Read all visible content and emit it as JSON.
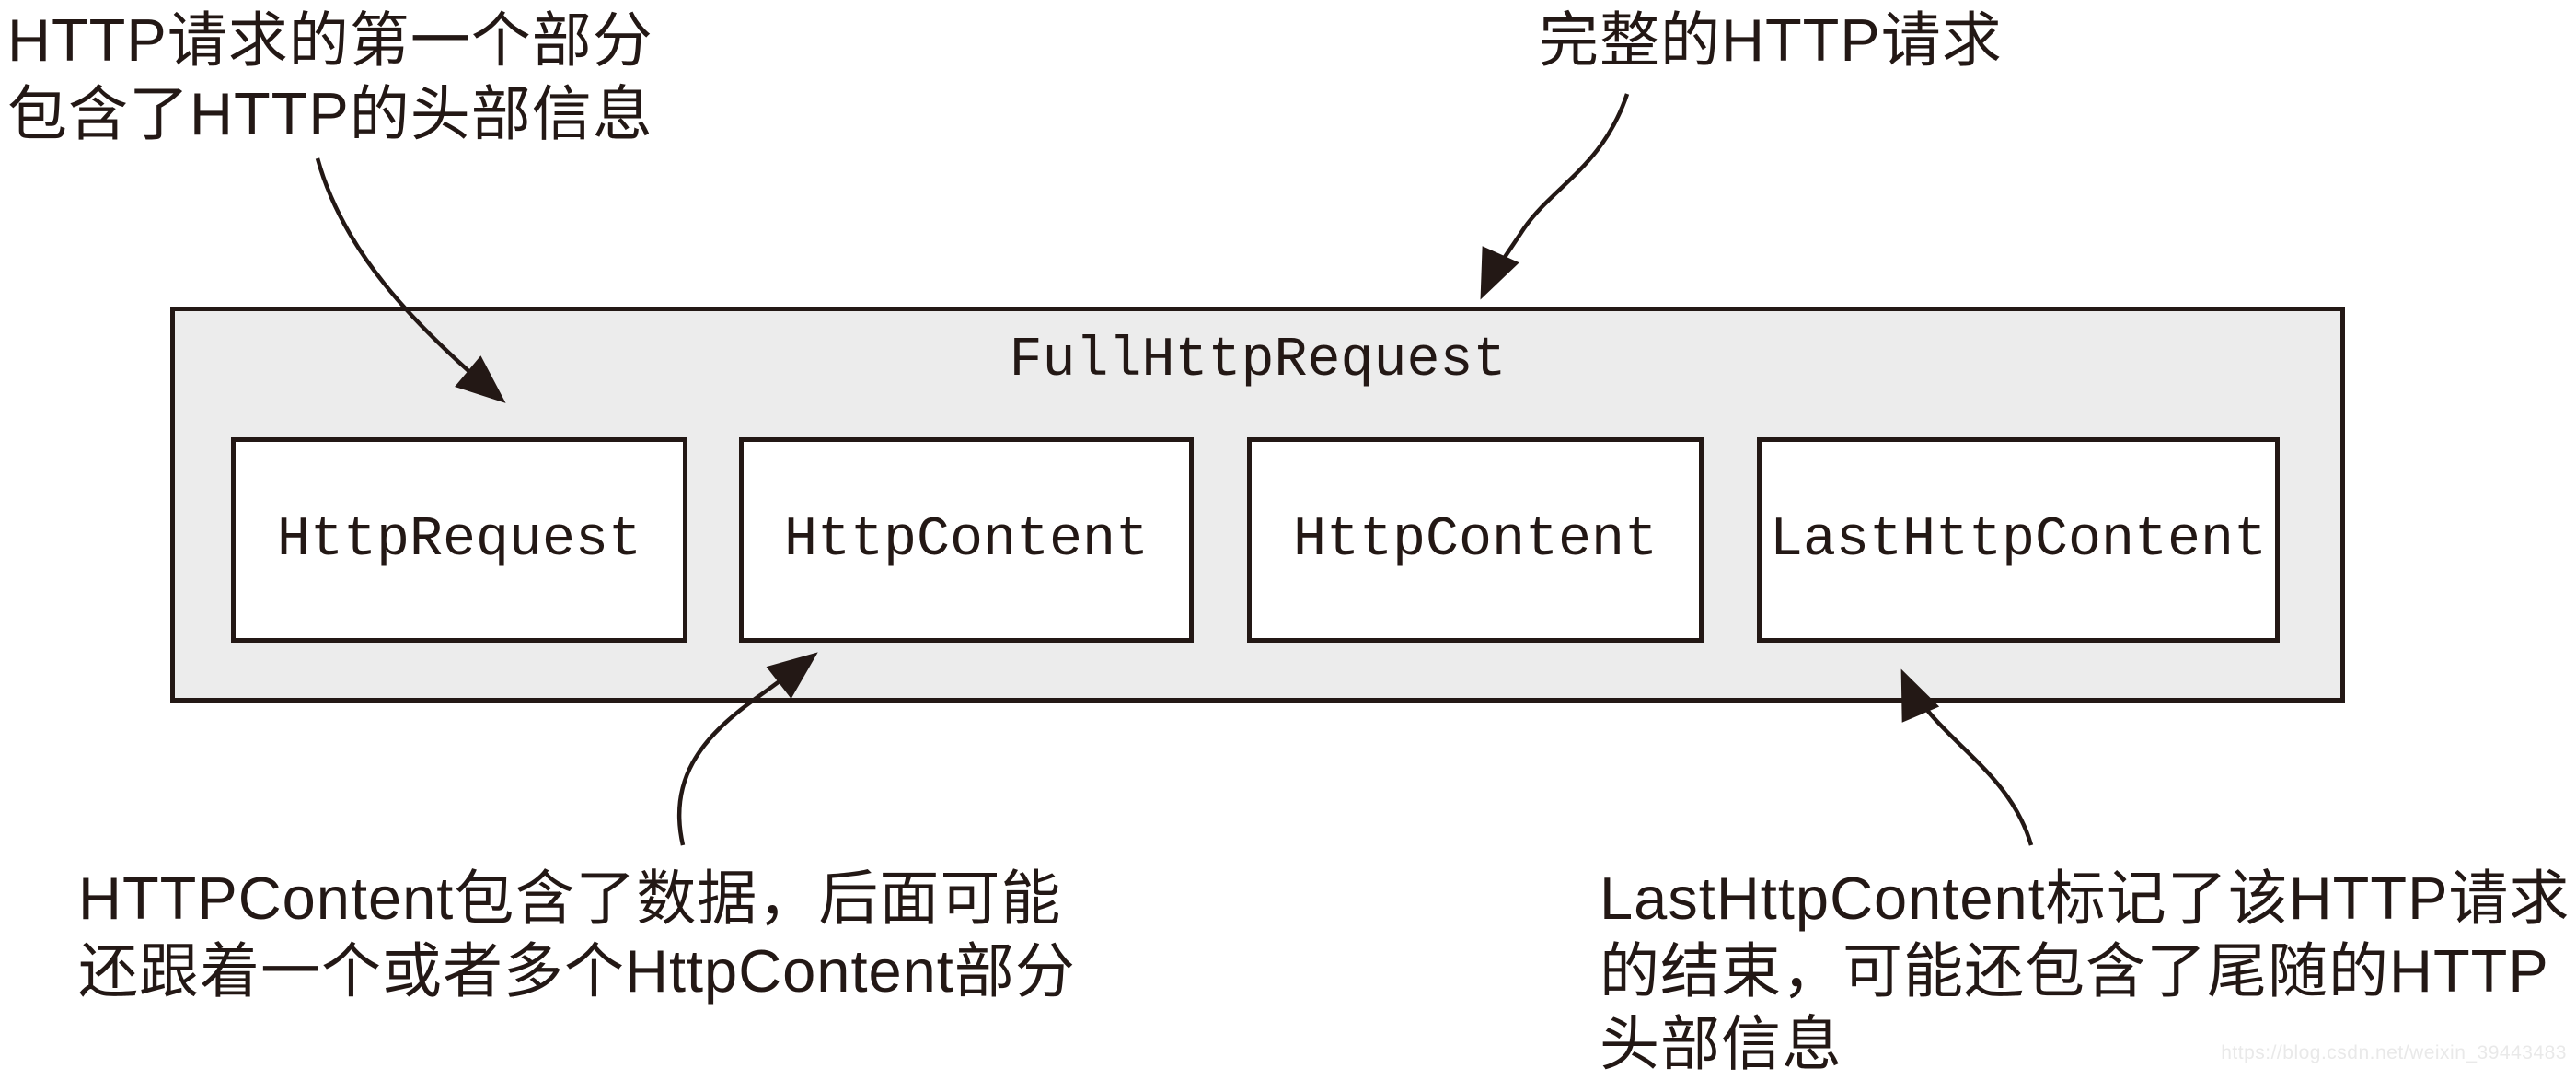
{
  "diagram": {
    "title": "FullHttpRequest",
    "parts": [
      {
        "label": "HttpRequest"
      },
      {
        "label": "HttpContent"
      },
      {
        "label": "HttpContent"
      },
      {
        "label": "LastHttpContent"
      }
    ],
    "annotations": {
      "top_left": {
        "line1": "HTTP请求的第一个部分",
        "line2": "包含了HTTP的头部信息"
      },
      "top_right": {
        "line1": "完整的HTTP请求"
      },
      "bottom_left": {
        "line1": "HTTPContent包含了数据，后面可能",
        "line2": "还跟着一个或者多个HttpContent部分"
      },
      "bottom_right": {
        "line1": "LastHttpContent标记了该HTTP请求",
        "line2": "的结束，可能还包含了尾随的HTTP",
        "line3": "头部信息"
      }
    },
    "watermark": "https://blog.csdn.net/weixin_39443483",
    "colors": {
      "ink": "#231815",
      "container_fill": "#ececec",
      "part_fill": "#ffffff",
      "background": "#ffffff",
      "watermark": "#e9e9e9"
    }
  }
}
